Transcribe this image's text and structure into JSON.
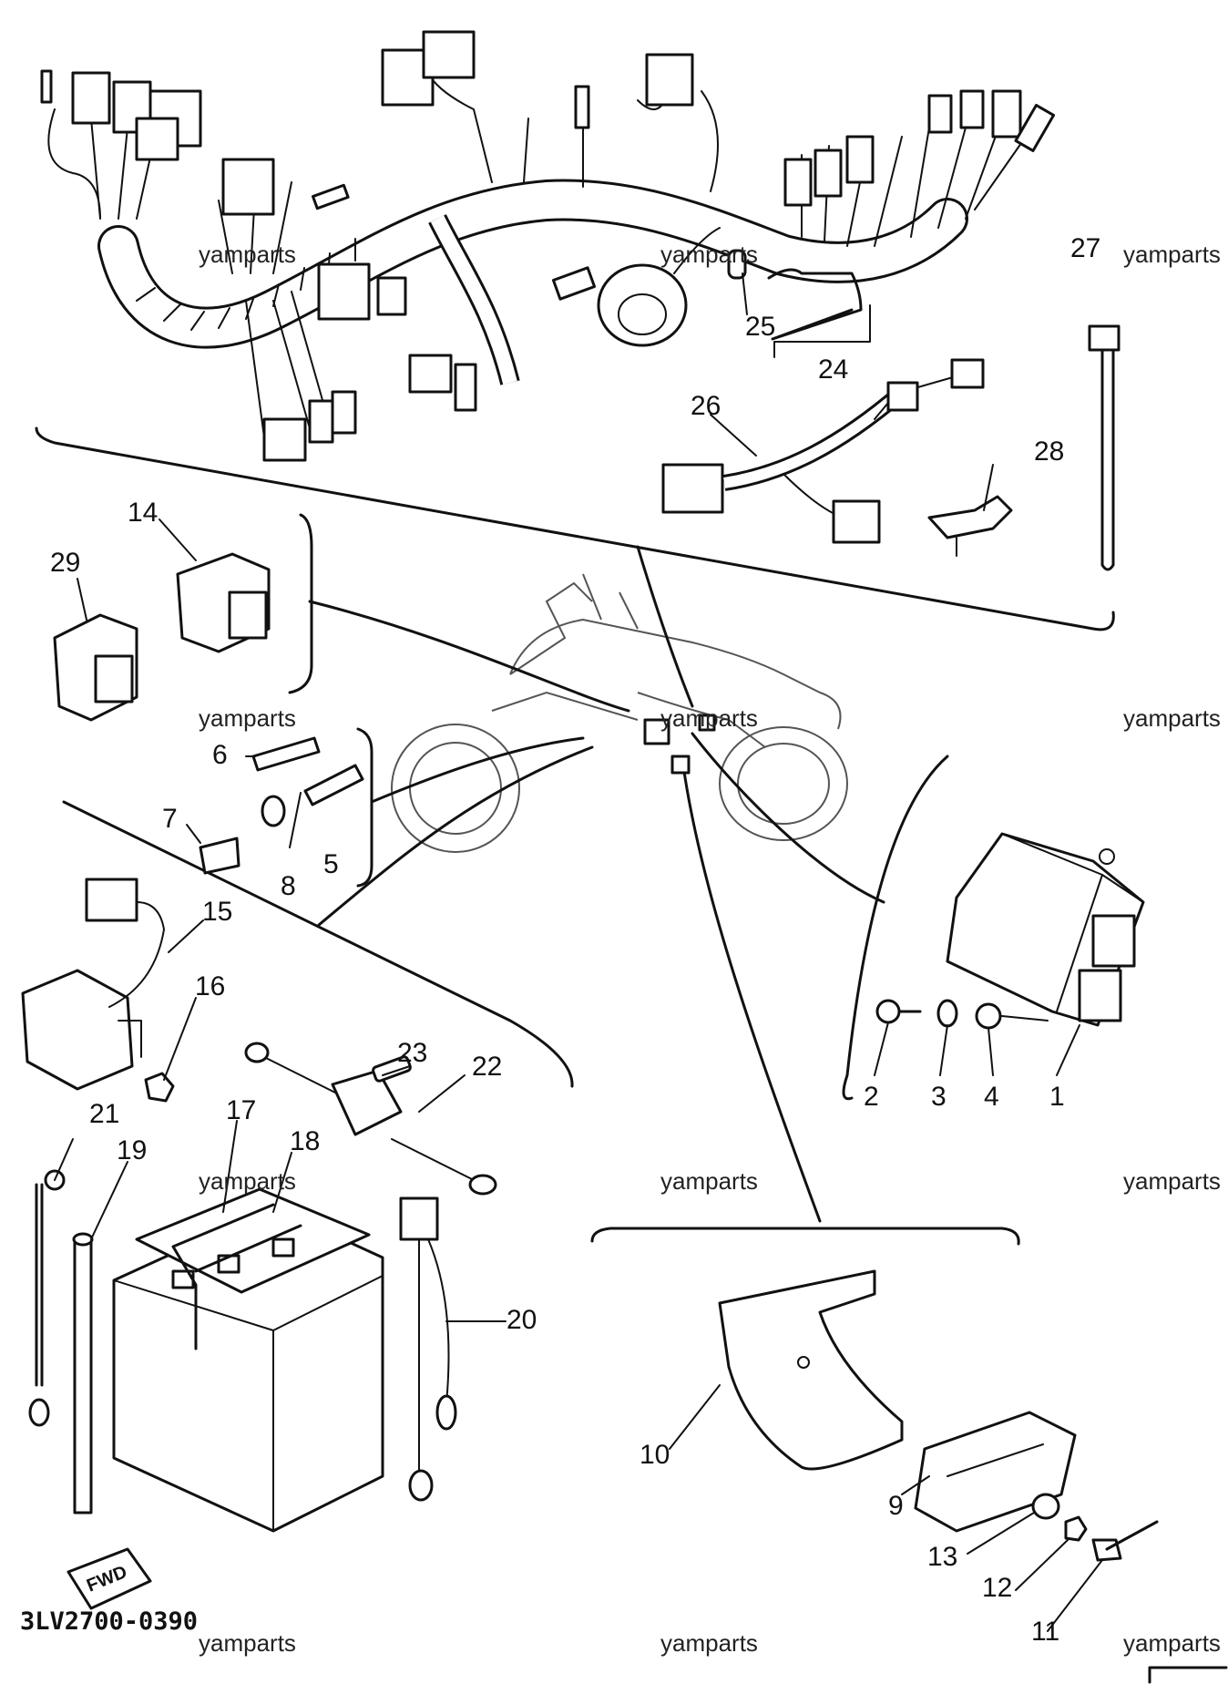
{
  "diagram": {
    "part_code": "3LV2700-0390",
    "fwd_label": "FWD",
    "watermark": "yamparts",
    "callouts": [
      "1",
      "2",
      "3",
      "4",
      "5",
      "6",
      "7",
      "8",
      "9",
      "10",
      "11",
      "12",
      "13",
      "14",
      "15",
      "16",
      "17",
      "18",
      "19",
      "20",
      "21",
      "22",
      "23",
      "24",
      "25",
      "26",
      "27",
      "28",
      "29"
    ]
  }
}
